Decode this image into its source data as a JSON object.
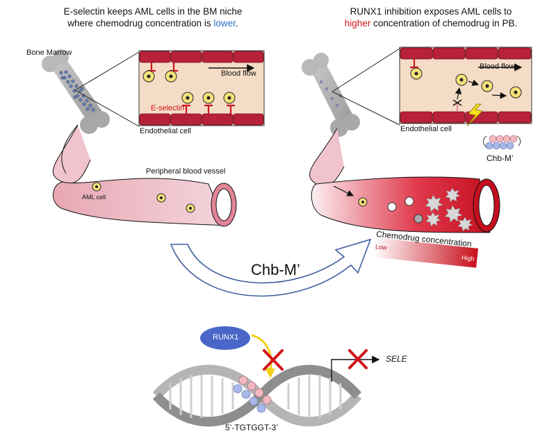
{
  "left_caption": {
    "line1": "E-selectin keeps AML cells in the BM niche",
    "line2_pre": "where chemodrug concentration is ",
    "line2_hl": "lower",
    "line2_post": "."
  },
  "right_caption": {
    "line1": "RUNX1 inhibition exposes AML cells to",
    "line2_hl": "higher",
    "line2_post": " concentration of chemodrug in PB."
  },
  "labels": {
    "bone_marrow": "Bone Marrow",
    "blood_flow": "Blood flow",
    "e_selectin": "E-selectin",
    "endothelial_cell": "Endothelial cell",
    "peripheral_vessel": "Peripheral blood vessel",
    "aml_cell": "AML cell",
    "chb_m_right": "Chb-M’",
    "chemodrug_conc": "Chemodrug concentration",
    "low": "Low",
    "high": "High",
    "chb_m_center": "Chb-M’",
    "runx1": "RUNX1",
    "sele": "SELE",
    "dna_seq": "5’-TGTGGT-3’"
  },
  "colors": {
    "inhibition_red": "#d1141a",
    "lower_blue": "#2f6fc4",
    "endothelium": "#b8213a",
    "vessel_interior": "#f5dcc6",
    "aml_cell_fill": "#f4e27a",
    "runx1_blue": "#4a66c8"
  }
}
